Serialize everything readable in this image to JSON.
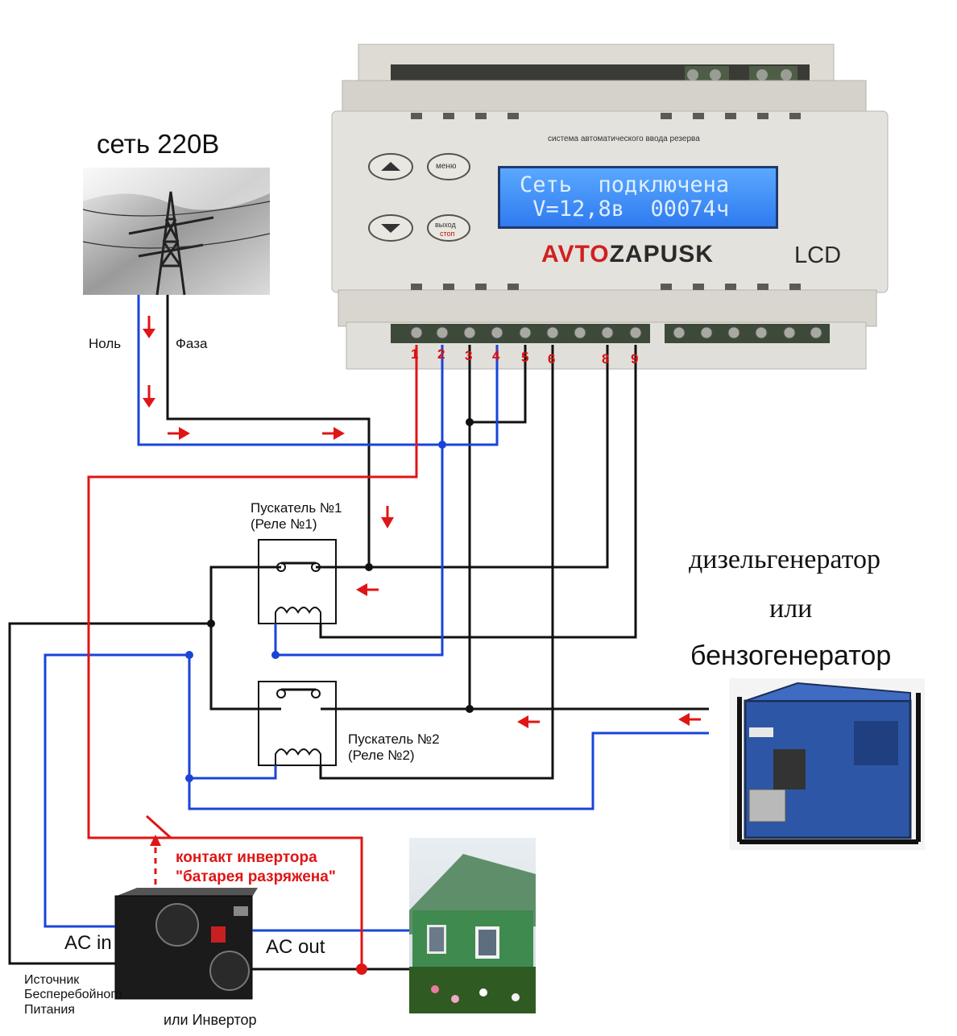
{
  "mains": {
    "title": "сеть 220В",
    "neutral_label": "Ноль",
    "phase_label": "Фаза"
  },
  "controller": {
    "caption": "система автоматического ввода резерва",
    "btn_menu": "меню",
    "btn_exit": "выход",
    "btn_stop": "стоп",
    "lcd_line1": "Сеть  подключена",
    "lcd_line2": " V=12,8в  00074ч",
    "brand_a": "AVTO",
    "brand_b": "ZAPUSK",
    "model": "LCD",
    "terminals": [
      "1",
      "2",
      "3",
      "4",
      "5",
      "6",
      "8",
      "9"
    ]
  },
  "relay1": {
    "line1": "Пускатель №1",
    "line2": "(Реле №1)"
  },
  "relay2": {
    "line1": "Пускатель №2",
    "line2": "(Реле №2)"
  },
  "generator": {
    "line1": "дизельгенератор",
    "line2": "или",
    "line3": "бензогенератор"
  },
  "inverter": {
    "contact_line1": "контакт инвертора",
    "contact_line2": "\"батарея разряжена\"",
    "ac_in": "AC in",
    "ac_out": "AC out",
    "ups_line1": "Источник",
    "ups_line2": "Бесперебойного",
    "ups_line3": "Питания",
    "or_inverter": "или Инвертор"
  },
  "colors": {
    "neutral": "#1a44d8",
    "phase": "#111111",
    "control": "#e01515",
    "arrow": "#e01515"
  }
}
